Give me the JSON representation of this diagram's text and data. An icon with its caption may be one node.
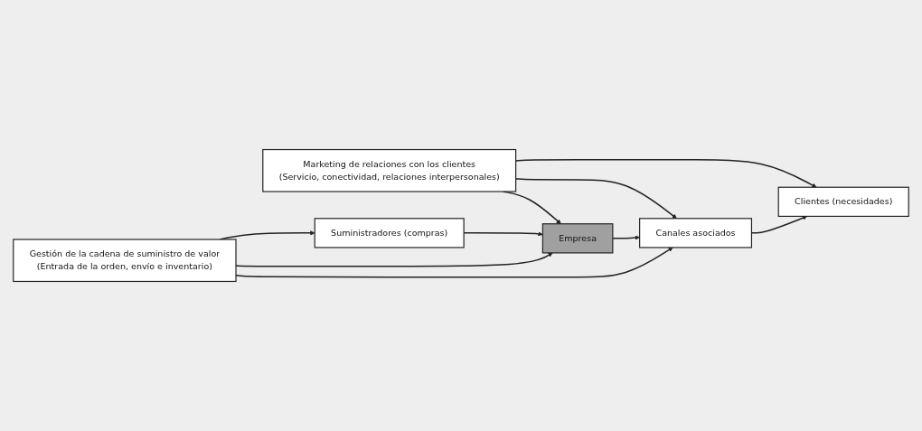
{
  "diagram": {
    "nodes": [
      {
        "text": [
          "Marketing de relaciones con los clientes",
          "(Servicio, conectividad, relaciones interpersonales)"
        ]
      },
      {
        "text": [
          "Suministradores (compras)"
        ]
      },
      {
        "text": [
          "Empresa"
        ]
      },
      {
        "text": [
          "Canales asociados"
        ]
      },
      {
        "text": [
          "Clientes (necesidades)"
        ]
      },
      {
        "text": [
          "Gestión de la cadena de suministro de valor",
          "(Entrada de la orden, envío e inventario)"
        ]
      }
    ],
    "edges": [
      {
        "from": 0,
        "to": 2,
        "arrow": "to"
      },
      {
        "from": 0,
        "to": 3,
        "arrow": "to"
      },
      {
        "from": 0,
        "to": 4,
        "arrow": "to"
      },
      {
        "from": 1,
        "to": 2,
        "arrow": "to"
      },
      {
        "from": 2,
        "to": 3,
        "arrow": "to"
      },
      {
        "from": 3,
        "to": 4,
        "arrow": "to"
      },
      {
        "from": 5,
        "to": 1,
        "arrow": "to"
      },
      {
        "from": 5,
        "to": 2,
        "arrow": "to"
      },
      {
        "from": 5,
        "to": 3,
        "arrow": "to"
      }
    ]
  }
}
